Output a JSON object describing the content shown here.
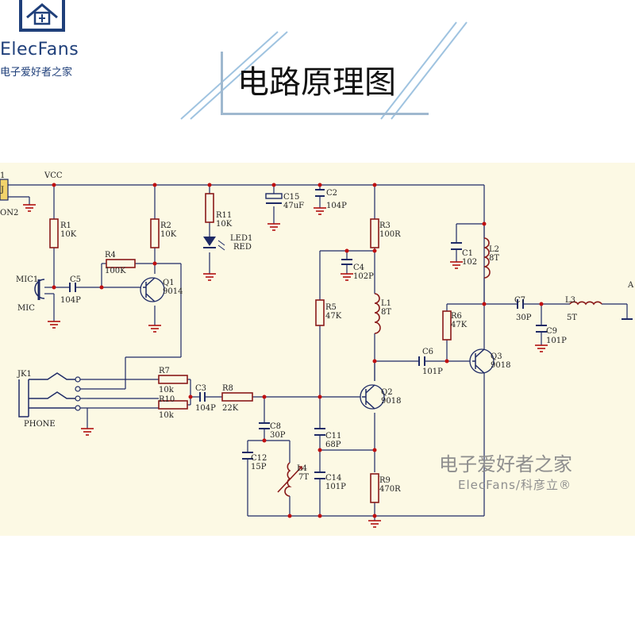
{
  "logo": {
    "icon_name": "house-logo-icon",
    "brand": "ElecFans",
    "tagline": "电子爱好者之家"
  },
  "title": "电路原理图",
  "watermark": {
    "line1": "电子爱好者之家",
    "line2": "ElecFans/科彦立®"
  },
  "colors": {
    "wire": "#1e2a66",
    "component": "#8a1a1a",
    "junction": "#c01010",
    "ground": "#b01010",
    "background_circuit": "#fcf9e4",
    "logo": "#1f3f7a"
  },
  "labels": {
    "j1": "1",
    "j1b": "J",
    "con2": "ON2",
    "vcc": "VCC",
    "r1": "R1",
    "r1v": "10K",
    "r2": "R2",
    "r2v": "10K",
    "r11": "R11",
    "r11v": "10K",
    "led1": "LED1",
    "led1v": "RED",
    "c15": "C15",
    "c15v": "47uF",
    "c2": "C2",
    "c2v": "104P",
    "r4": "R4",
    "r4v": "100K",
    "mic1": "MIC1",
    "mic": "MIC",
    "c5": "C5",
    "c5v": "104P",
    "q1": "Q1",
    "q1v": "9014",
    "r3": "R3",
    "r3v": "100R",
    "c4": "C4",
    "c4v": "102P",
    "r5": "R5",
    "r5v": "47K",
    "l1": "L1",
    "l1v": "8T",
    "c1": "C1",
    "c1v": "102",
    "l2": "L2",
    "l2v": "8T",
    "r6": "R6",
    "r6v": "47K",
    "c7": "C7",
    "c7v": "30P",
    "l3": "L3",
    "l3v": "5T",
    "c9": "C9",
    "c9v": "101P",
    "c6": "C6",
    "c6v": "101P",
    "q3": "Q3",
    "q3v": "9018",
    "ant": "A",
    "jk1": "JK1",
    "phone": "PHONE",
    "r7": "R7",
    "r7v": "10k",
    "r10": "R10",
    "r10v": "10k",
    "c3": "C3",
    "c3v": "104P",
    "r8": "R8",
    "r8v": "22K",
    "q2": "Q2",
    "q2v": "9018",
    "c8": "C8",
    "c8v": "30P",
    "c11": "C11",
    "c11v": "68P",
    "c12": "C12",
    "c12v": "15P",
    "l4": "L4",
    "l4v": "7T",
    "c14": "C14",
    "c14v": "101P",
    "r9": "R9",
    "r9v": "470R"
  }
}
